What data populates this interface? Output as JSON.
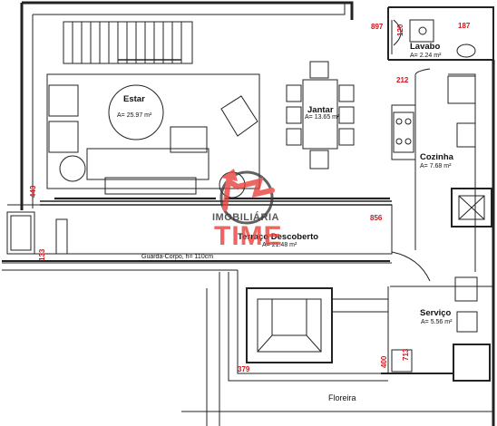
{
  "rooms": {
    "estar": {
      "name": "Estar",
      "area": "A= 25.97 m²"
    },
    "jantar": {
      "name": "Jantar",
      "area": "A= 13.65 m²"
    },
    "lavabo": {
      "name": "Lavabo",
      "area": "A= 2.24 m²"
    },
    "cozinha": {
      "name": "Cozinha",
      "area": "A= 7.68 m²"
    },
    "terraco": {
      "name": "Terraço Descoberto",
      "area": "A= 21.48 m²"
    },
    "servico": {
      "name": "Serviço",
      "area": "A= 5.56 m²"
    },
    "floreira": {
      "name": "Floreira"
    }
  },
  "notes": {
    "guarda_corpo": "Guarda-Corpo, h= 110cm"
  },
  "dimensions": {
    "d897": "897",
    "d120": "120",
    "d187": "187",
    "d212": "212",
    "d443": "443",
    "d856": "856",
    "d133": "133",
    "d379": "379",
    "d400": "400",
    "d713": "713"
  },
  "watermark": {
    "line1": "IMOBILIÁRIA",
    "line2": "TIME"
  },
  "colors": {
    "dimension": "#d3141a",
    "watermark_red": "#e8413c",
    "watermark_dark": "#3b3b3b"
  }
}
